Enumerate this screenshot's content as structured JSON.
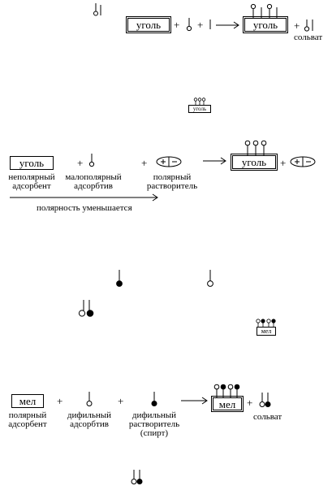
{
  "reaction1": {
    "box_left": "уголь",
    "plus1": "+",
    "plus2": "+",
    "box_right": "уголь",
    "plus3": "+",
    "solvate": "сольват"
  },
  "small_box_coal": "уголь",
  "reaction2": {
    "box_left": "уголь",
    "plus1": "+",
    "plus2": "+",
    "box_right": "уголь",
    "plus3": "+",
    "label_adsorbent": [
      "неполярный",
      "адсорбент"
    ],
    "label_adsorbtive": [
      "малополярный",
      "адсорбтив"
    ],
    "label_solvent": [
      "полярный",
      "растворитель"
    ],
    "polarity_note": "полярность уменьшается",
    "dipole_sign": "+|−"
  },
  "small_box_chalk": "мел",
  "reaction3": {
    "box_left": "мел",
    "plus1": "+",
    "plus2": "+",
    "box_right": "мел",
    "plus3": "+",
    "label_adsorbent": [
      "полярный",
      "адсорбент"
    ],
    "label_adsorbtive": [
      "дифильный",
      "адсорбтив"
    ],
    "label_solvent": [
      "дифильный",
      "растворитель",
      "(спирт)"
    ],
    "solvate": "сольват"
  },
  "colors": {
    "ink": "#000000",
    "background": "#ffffff"
  }
}
